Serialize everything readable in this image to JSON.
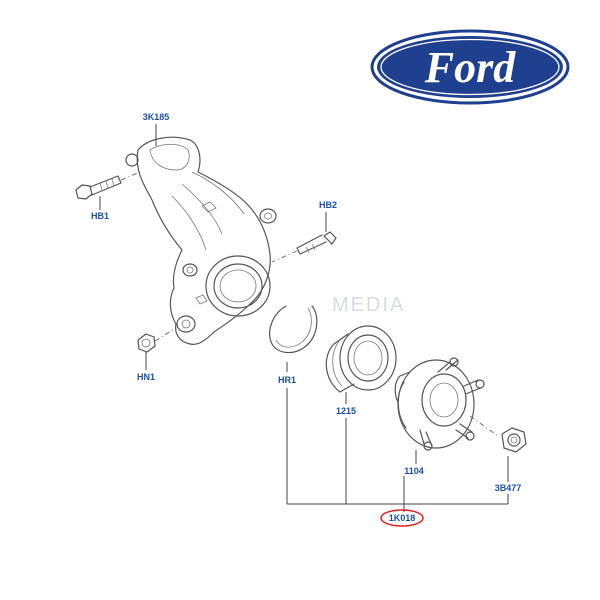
{
  "logo": {
    "text": "Ford",
    "color": "#1f3f8f"
  },
  "watermark": "MEDIA",
  "parts": {
    "knuckle": "3K185",
    "bolt_hb1": "HB1",
    "bolt_hb2": "HB2",
    "nut_hn1": "HN1",
    "retaining_ring": "HR1",
    "bearing": "1215",
    "hub": "1104",
    "hub_nut": "3B477",
    "kit": "1K018"
  },
  "colors": {
    "label": "#1a4fa8",
    "highlight": "#e02020"
  }
}
